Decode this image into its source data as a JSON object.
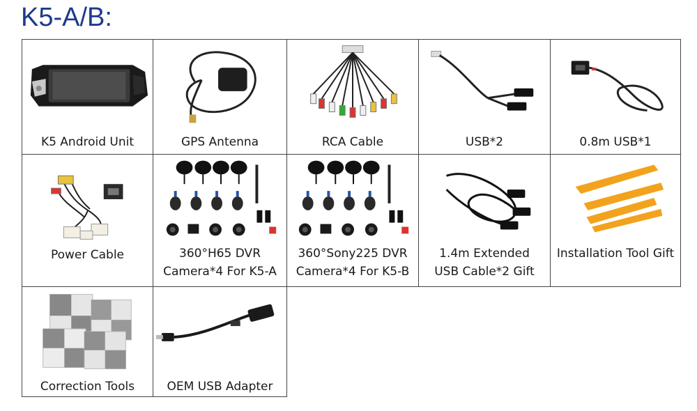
{
  "title": "K5-A/B:",
  "items": [
    {
      "label": "K5 Android Unit"
    },
    {
      "label": "GPS Antenna"
    },
    {
      "label": "RCA Cable"
    },
    {
      "label": "USB*2"
    },
    {
      "label": "0.8m USB*1"
    },
    {
      "label": "Power Cable"
    },
    {
      "label": "360°H65 DVR\nCamera*4 For K5-A"
    },
    {
      "label": "360°Sony225 DVR\nCamera*4 For K5-B"
    },
    {
      "label": "1.4m Extended\nUSB Cable*2 Gift"
    },
    {
      "label": "Installation Tool Gift"
    },
    {
      "label": "Correction Tools"
    },
    {
      "label": "OEM USB Adapter"
    }
  ],
  "colors": {
    "title": "#1c3a8c",
    "border": "#444444",
    "tool": "#f2a21c"
  }
}
